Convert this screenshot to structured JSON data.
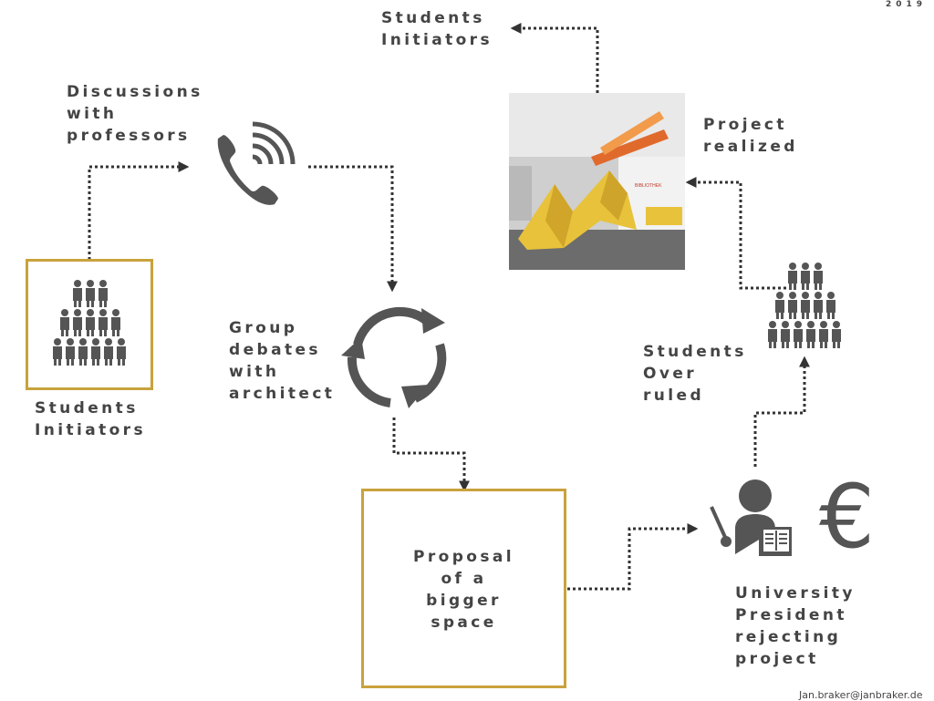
{
  "year": "2019",
  "footer_email": "Jan.braker@janbraker.de",
  "colors": {
    "accent_box": "#c9a23c",
    "ink": "#444444",
    "icon": "#555555"
  },
  "nodes": {
    "students_initiators_top": [
      "Students",
      "Initiators"
    ],
    "discussions": [
      "Discussions",
      "with",
      "professors"
    ],
    "project_realized": [
      "Project",
      "realized"
    ],
    "group_debates": [
      "Group",
      "debates",
      "with",
      "architect"
    ],
    "students_overruled": [
      "Students",
      "Over",
      "ruled"
    ],
    "students_initiators_left": [
      "Students",
      "Initiators"
    ],
    "proposal": [
      "Proposal",
      "of a",
      "bigger",
      "space"
    ],
    "university_president": [
      "University",
      "President",
      "rejecting",
      "project"
    ]
  },
  "photo_sign_text": "BIBLIOTHEK",
  "icons": [
    "phone-icon",
    "cycle-icon",
    "crowd-icon",
    "teacher-icon",
    "euro-icon"
  ],
  "euro_symbol": "€"
}
